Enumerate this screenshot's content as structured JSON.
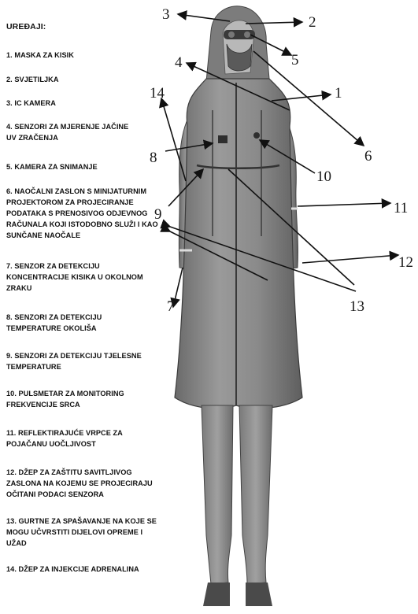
{
  "legend": {
    "title": "UREĐAJI:",
    "items": [
      "1. MASKA ZA KISIK",
      "2. SVJETILJKA",
      "3. IC KAMERA",
      "4. SENZORI ZA MJERENJE JAČINE UV ZRAČENJA",
      "5. KAMERA ZA SNIMANJE",
      "6. NAOČALNI ZASLON S MINIJATURNIM PROJEKTOROM ZA PROJECIRANJE PODATAKA S PRENOSIVOG ODJEVNOG RAČUNALA KOJI ISTODOBNO SLUŽI I KAO SUNČANE NAOČALE",
      "7. SENZOR ZA DETEKCIJU KONCENTRACIJE KISIKA U OKOLNOM ZRAKU",
      "8. SENZORI ZA DETEKCIJU TEMPERATURE OKOLIŠA",
      "9. SENZORI  ZA DETEKCIJU TJELESNE TEMPERATURE",
      "10. PULSMETAR ZA MONITORING FREKVENCIJE SRCA",
      "11. REFLEKTIRAJUĆE VRPCE ZA POJAČANU UOČLJIVOST",
      "12. DŽEP ZA ZAŠTITU SAVITLJIVOG ZASLONA NA KOJEMU SE PROJECIRAJU OČITANI PODACI SENZORA",
      "13. GURTNE ZA SPAŠAVANJE NA KOJE SE MOGU UČVRSTITI DIJELOVI OPREME I UŽAD",
      "14. DŽEP ZA INJEKCIJE ADRENALINA"
    ]
  },
  "callouts": [
    "1",
    "2",
    "3",
    "4",
    "5",
    "6",
    "7",
    "8",
    "9",
    "10",
    "11",
    "12",
    "13",
    "14"
  ]
}
